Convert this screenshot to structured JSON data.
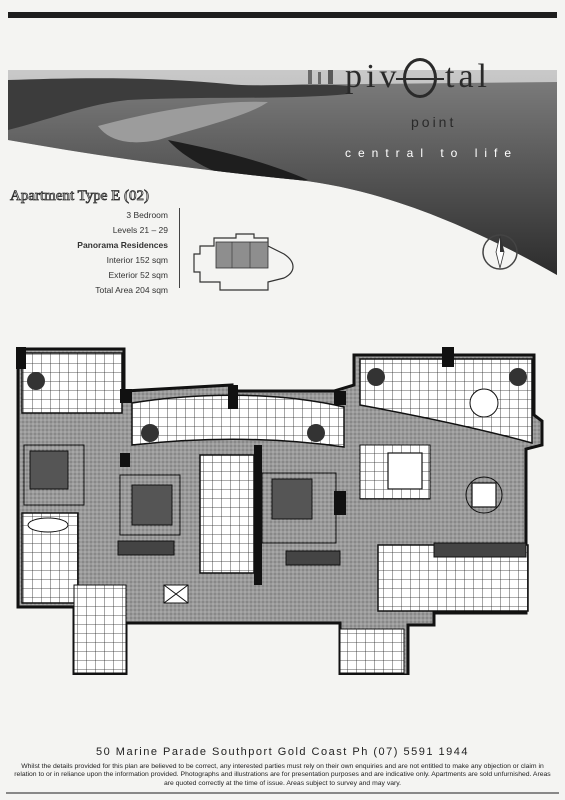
{
  "brand": {
    "logo_left": "piv",
    "logo_right": "tal",
    "logo_sub": "point",
    "tagline": "central to life"
  },
  "apartment": {
    "title": "Apartment Type E (02)",
    "specs": [
      {
        "text": "3 Bedroom",
        "bold": false
      },
      {
        "text": "Levels 21 – 29",
        "bold": false
      },
      {
        "text": "Panorama Residences",
        "bold": true
      },
      {
        "text": "Interior 152 sqm",
        "bold": false
      },
      {
        "text": "Exterior 52 sqm",
        "bold": false
      },
      {
        "text": "Total Area 204 sqm",
        "bold": false
      }
    ]
  },
  "footer": {
    "address": "50 Marine Parade  Southport  Gold Coast Ph (07) 5591 1944",
    "disclaimer": "Whilst the details provided for this plan are believed to be correct, any interested parties must rely on their own enquiries and are not entitled to make any objection or claim in relation to or in reliance upon the information provided. Photographs and illustrations are for presentation purposes and are indicative only. Apartments are sold unfurnished. Areas are quoted correctly at the time of issue. Areas subject to survey and may vary."
  }
}
